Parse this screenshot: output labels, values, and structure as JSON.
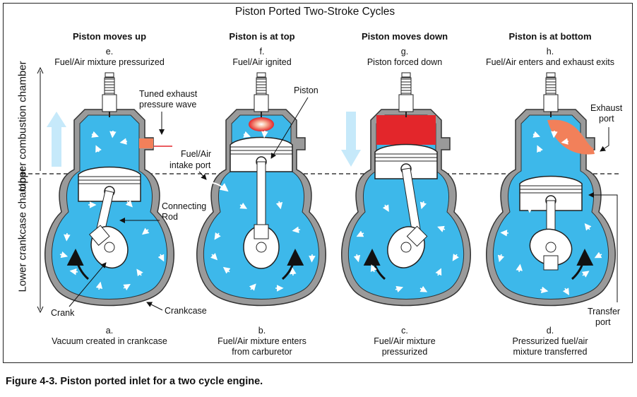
{
  "title": "Piston Ported Two-Stroke Cycles",
  "caption": "Figure 4-3. Piston ported inlet for a two cycle engine.",
  "side_labels": {
    "upper": "Upper combustion chamber",
    "lower": "Lower crankcase chamber"
  },
  "panels": [
    {
      "heading": "Piston moves up",
      "top_letter": "e.",
      "top_desc": "Fuel/Air mixture pressurized",
      "bottom_letter": "a.",
      "bottom_desc": [
        "Vacuum created in crankcase"
      ]
    },
    {
      "heading": "Piston is at top",
      "top_letter": "f.",
      "top_desc": "Fuel/Air ignited",
      "bottom_letter": "b.",
      "bottom_desc": [
        "Fuel/Air mixture enters",
        "from carburetor"
      ]
    },
    {
      "heading": "Piston moves down",
      "top_letter": "g.",
      "top_desc": "Piston forced down",
      "bottom_letter": "c.",
      "bottom_desc": [
        "Fuel/Air mixture",
        "pressurized"
      ]
    },
    {
      "heading": "Piston is at bottom",
      "top_letter": "h.",
      "top_desc": "Fuel/Air enters and exhaust exits",
      "bottom_letter": "d.",
      "bottom_desc": [
        "Pressurized fuel/air",
        "mixture transferred"
      ]
    }
  ],
  "callouts": {
    "tuned_exhaust": [
      "Tuned exhaust",
      "pressure wave"
    ],
    "intake_port": [
      "Fuel/Air",
      "intake port"
    ],
    "connecting_rod": [
      "Connecting",
      "Rod"
    ],
    "crank": "Crank",
    "crankcase": "Crankcase",
    "piston": "Piston",
    "exhaust_port": [
      "Exhaust",
      "port"
    ],
    "transfer_port": [
      "Transfer",
      "port"
    ]
  },
  "colors": {
    "mixture": "#3db8ea",
    "engine_wall": "#9a9a9a",
    "combustion": "#e3262b",
    "exhaust": "#f2805a",
    "motion_arrow": "#c6e9fa"
  }
}
